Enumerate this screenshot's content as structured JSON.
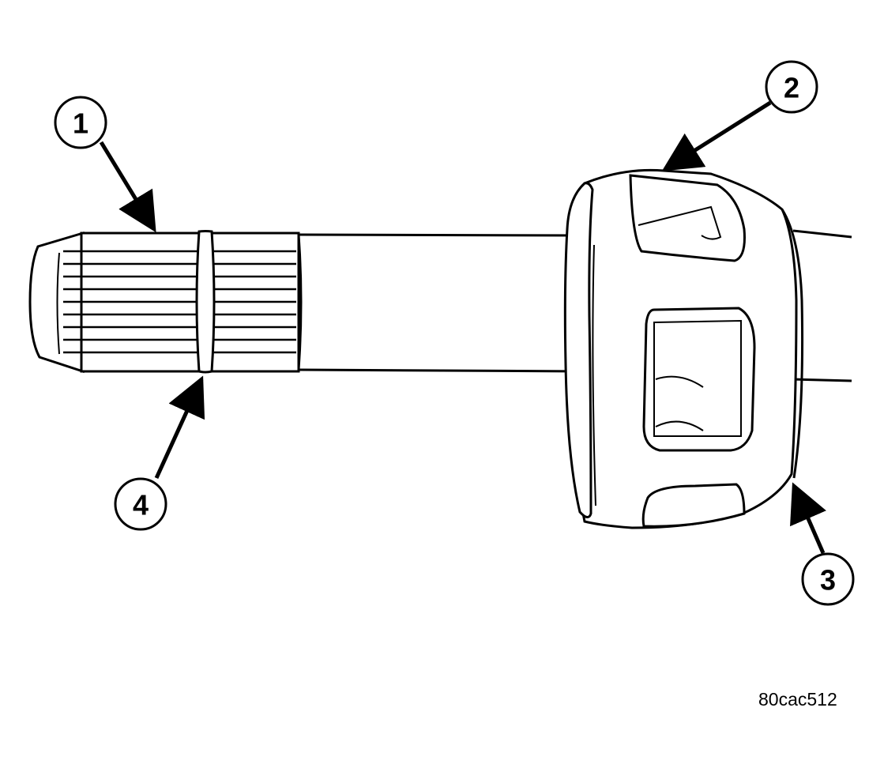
{
  "figure": {
    "id": "80cac512",
    "callouts": [
      {
        "key": "c1",
        "label": "1"
      },
      {
        "key": "c2",
        "label": "2"
      },
      {
        "key": "c3",
        "label": "3"
      },
      {
        "key": "c4",
        "label": "4"
      }
    ]
  }
}
